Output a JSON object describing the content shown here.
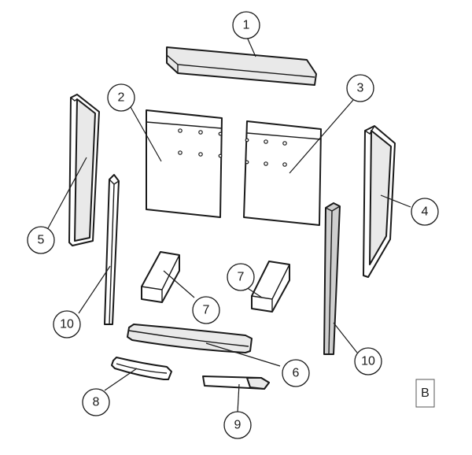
{
  "callouts": [
    "1",
    "2",
    "3",
    "4",
    "5",
    "7",
    "7",
    "10",
    "6",
    "10",
    "8",
    "9"
  ],
  "view_letter": "B"
}
